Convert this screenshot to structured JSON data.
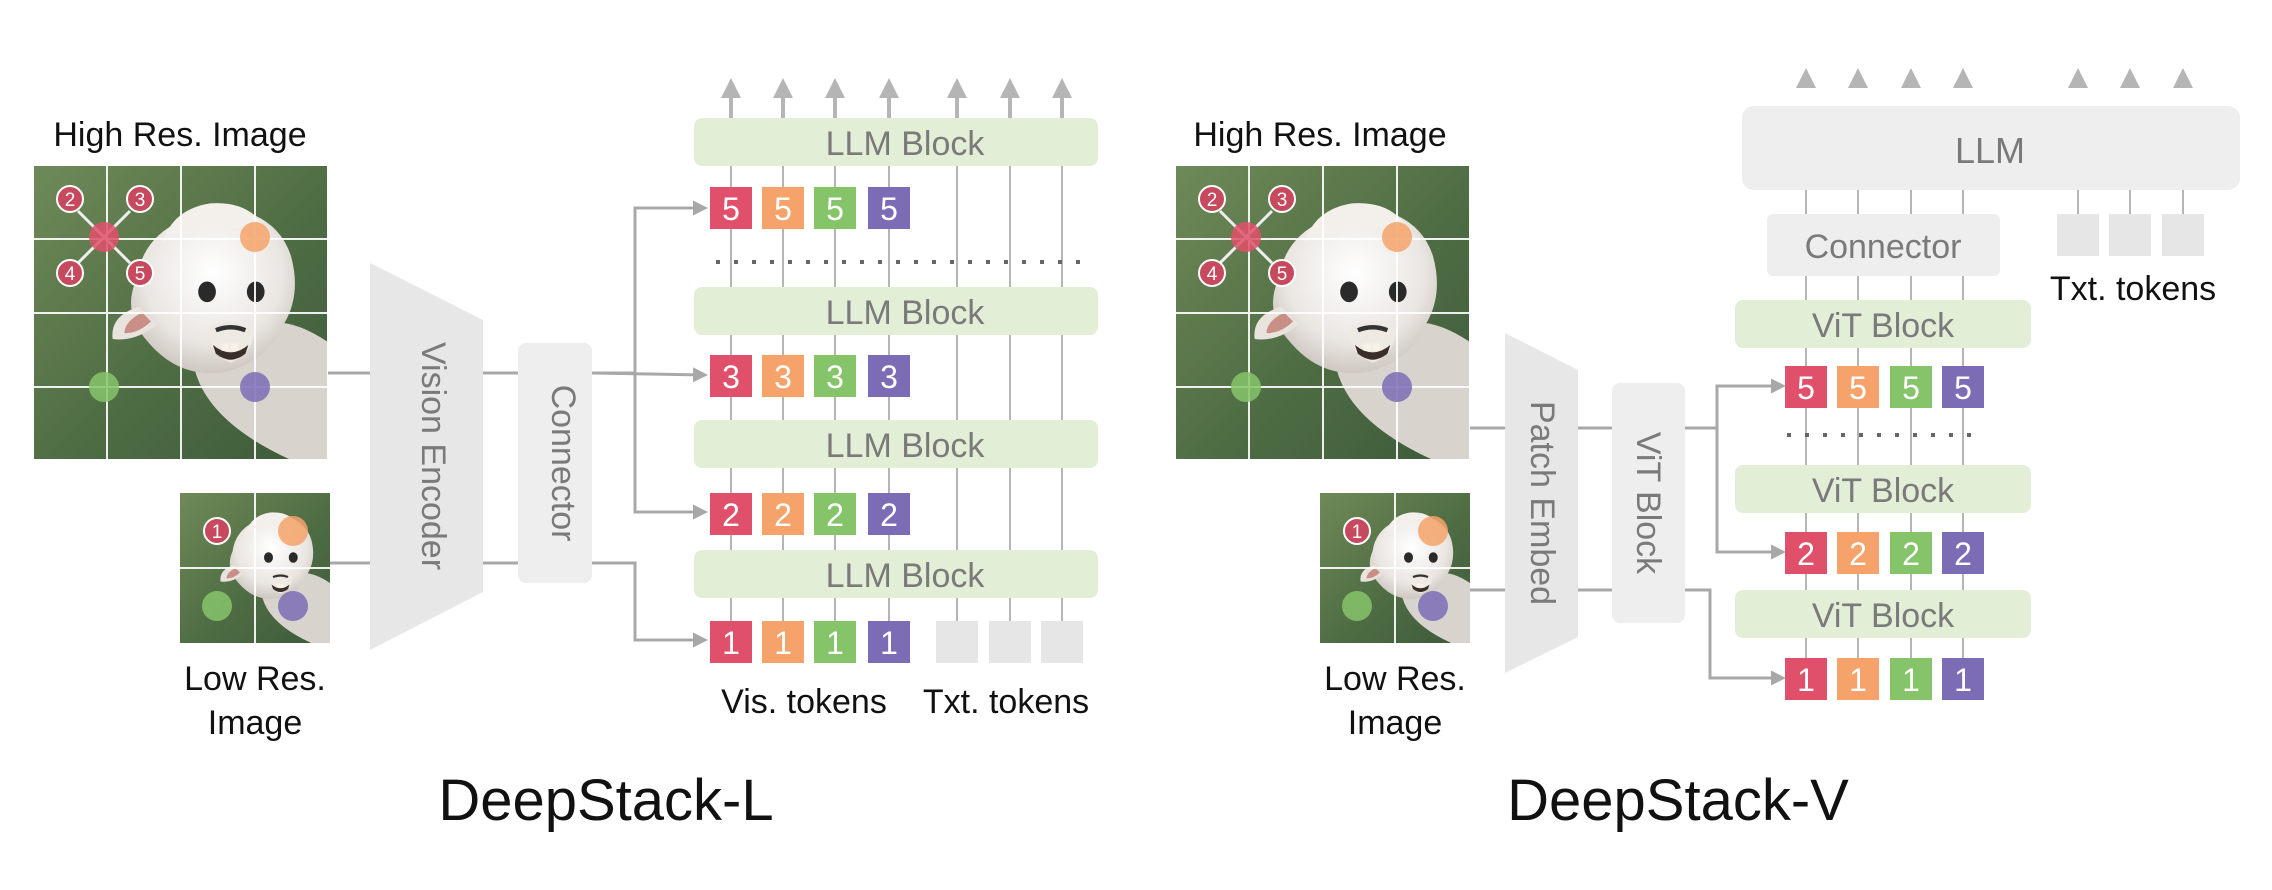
{
  "left": {
    "title": "DeepStack-L",
    "high_res_label": "High Res. Image",
    "low_res_label_line1": "Low Res.",
    "low_res_label_line2": "Image",
    "vision_encoder": "Vision Encoder",
    "connector": "Connector",
    "llm_block": "LLM Block",
    "vis_tokens": "Vis. tokens",
    "txt_tokens": "Txt. tokens",
    "token_rows": [
      [
        "5",
        "5",
        "5",
        "5"
      ],
      [
        "3",
        "3",
        "3",
        "3"
      ],
      [
        "2",
        "2",
        "2",
        "2"
      ],
      [
        "1",
        "1",
        "1",
        "1"
      ]
    ]
  },
  "right": {
    "title": "DeepStack-V",
    "high_res_label": "High Res. Image",
    "low_res_label_line1": "Low Res.",
    "low_res_label_line2": "Image",
    "patch_embed": "Patch Embed",
    "vit_block": "ViT Block",
    "connector": "Connector",
    "llm": "LLM",
    "txt_tokens": "Txt. tokens",
    "token_rows": [
      [
        "5",
        "5",
        "5",
        "5"
      ],
      [
        "2",
        "2",
        "2",
        "2"
      ],
      [
        "1",
        "1",
        "1",
        "1"
      ]
    ]
  },
  "image_markers": {
    "high_res": [
      "2",
      "3",
      "4",
      "5"
    ],
    "low_res": [
      "1"
    ]
  },
  "colors": {
    "red": "#e0506a",
    "orange": "#f5a36a",
    "green": "#86c46a",
    "purple": "#7c6bb5",
    "block_green": "#e2efd6",
    "gray_block": "#eeeeee",
    "arrow": "#a8a8a8"
  },
  "icons": [
    "arrow-up-icon",
    "alpaca-image"
  ]
}
